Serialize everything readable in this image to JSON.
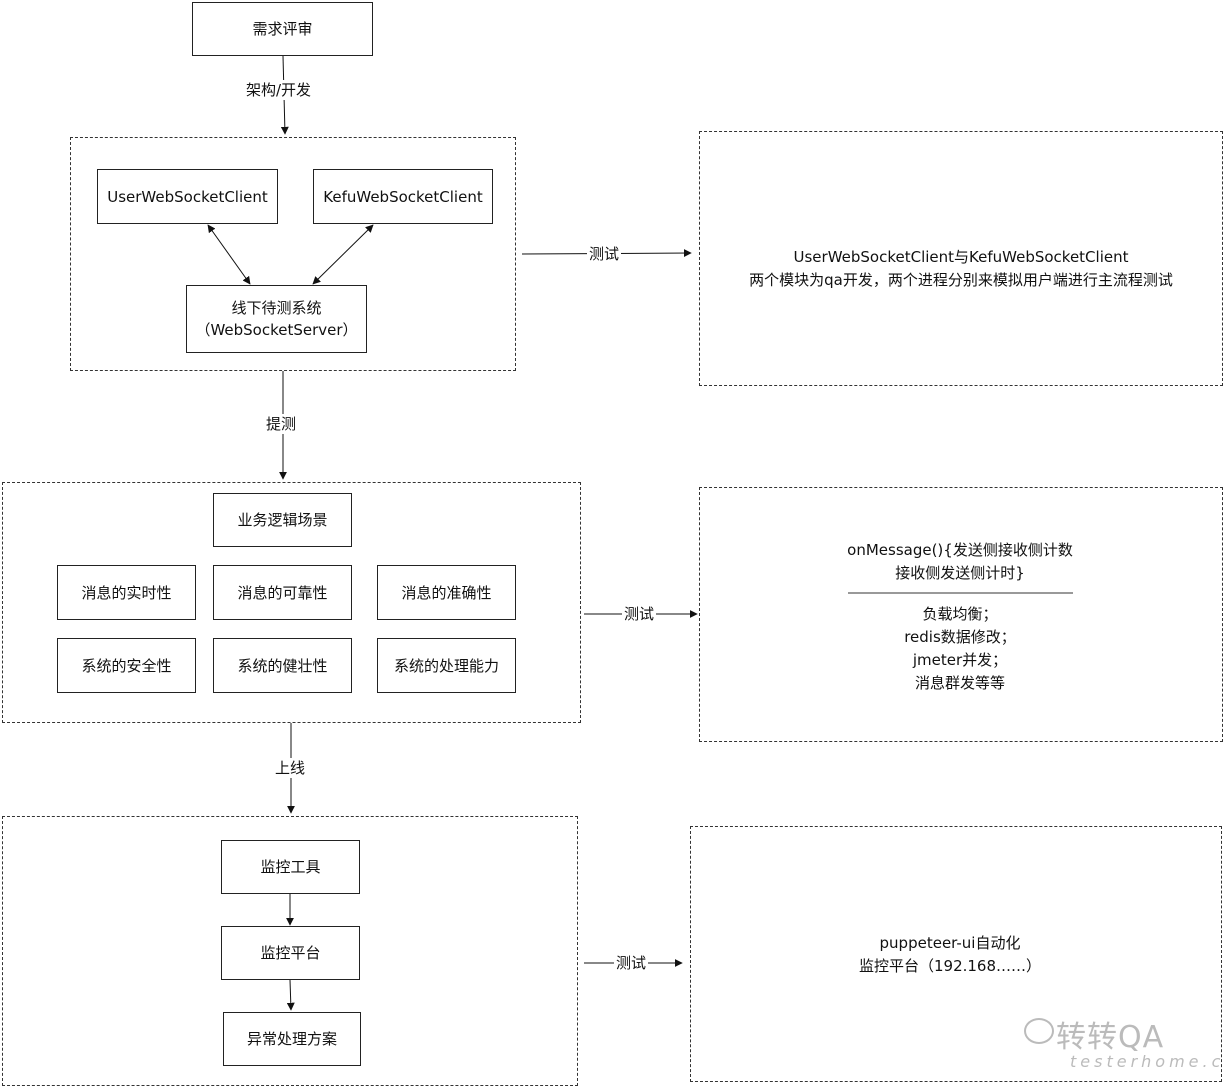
{
  "flow": {
    "review": "需求评审",
    "edge_arch": "架构/开发",
    "edge_submit": "提测",
    "edge_online": "上线",
    "edge_test1": "测试",
    "edge_test2": "测试",
    "edge_test3": "测试"
  },
  "stage1": {
    "user_client": "UserWebSocketClient",
    "kefu_client": "KefuWebSocketClient",
    "server_line1": "线下待测系统",
    "server_line2": "（WebSocketServer）"
  },
  "stage2": {
    "business": "业务逻辑场景",
    "realtime": "消息的实时性",
    "reliable": "消息的可靠性",
    "accurate": "消息的准确性",
    "security": "系统的安全性",
    "robust": "系统的健壮性",
    "capacity": "系统的处理能力"
  },
  "stage3": {
    "monitor_tool": "监控工具",
    "monitor_platform": "监控平台",
    "exception": "异常处理方案"
  },
  "notes": {
    "note1": {
      "line1": "UserWebSocketClient与KefuWebSocketClient",
      "line2": "两个模块为qa开发，两个进程分别来模拟用户端进行主流程测试"
    },
    "note2": {
      "line1": "onMessage(){发送侧接收侧计数",
      "line2": "接收侧发送侧计时}",
      "line3": "负载均衡；",
      "line4": "redis数据修改；",
      "line5": "jmeter并发；",
      "line6": "消息群发等等"
    },
    "note3": {
      "line1": "puppeteer-ui自动化",
      "line2": "监控平台（192.168……）"
    }
  },
  "watermark": {
    "main": "转转QA",
    "sub": "testerhome.com"
  }
}
